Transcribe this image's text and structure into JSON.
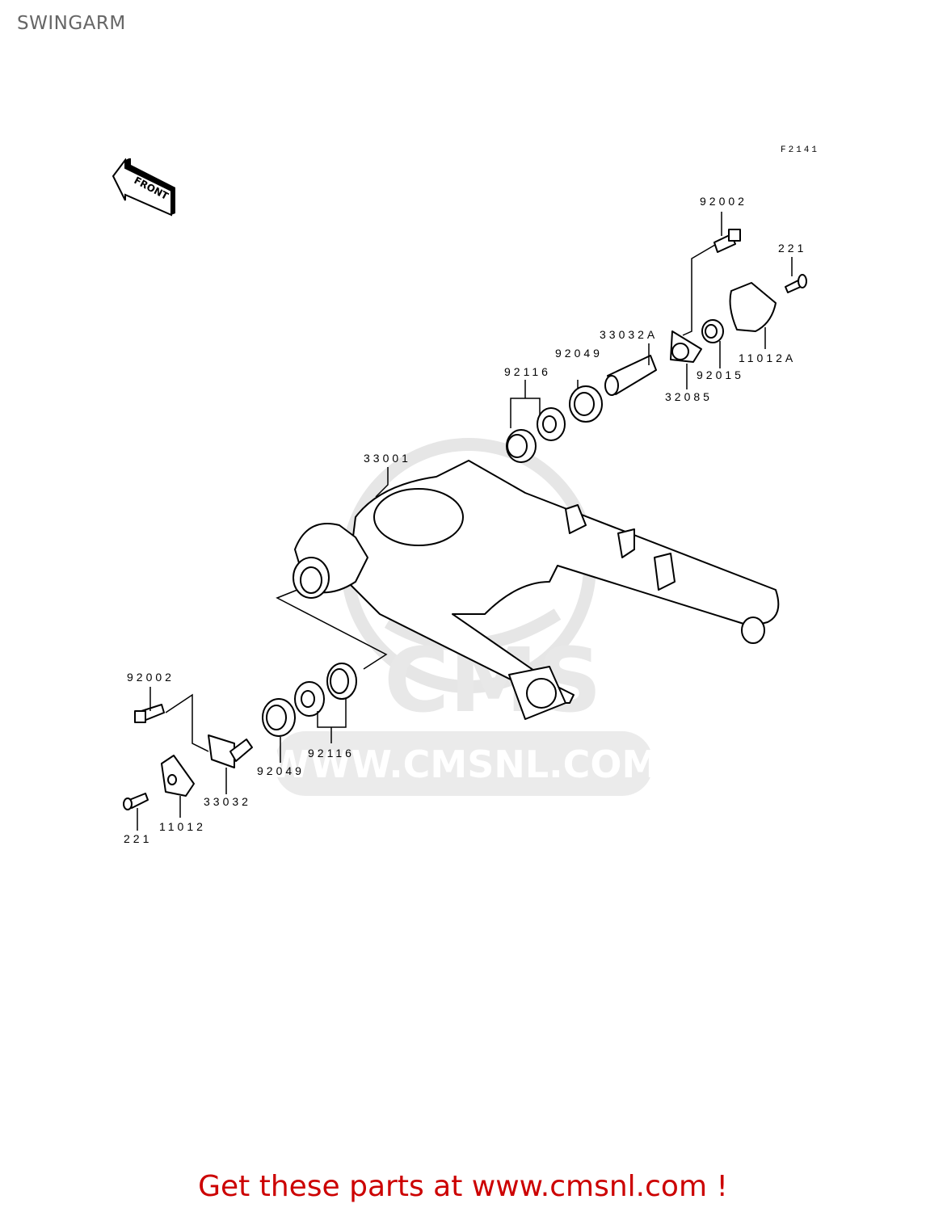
{
  "page": {
    "title": "SWINGARM",
    "figure_code": "F2141"
  },
  "orientation": {
    "label": "FRONT",
    "icon": "front-arrow-icon"
  },
  "parts": {
    "p92002_top": "92002",
    "p221_top": "221",
    "p33032A": "33032A",
    "p92049_top": "92049",
    "p92116_top": "92116",
    "p32085": "32085",
    "p92015": "92015",
    "p11012A": "11012A",
    "p33001": "33001",
    "p92002_bottom": "92002",
    "p92116_bottom": "92116",
    "p92049_bottom": "92049",
    "p33032": "33032",
    "p11012": "11012",
    "p221_bottom": "221"
  },
  "watermark": {
    "brand": "CMS",
    "url": "WWW.CMSNL.COM",
    "color": "#e6e6e6"
  },
  "footer": {
    "cta": "Get these parts at www.cmsnl.com !",
    "color": "#cc0000"
  }
}
